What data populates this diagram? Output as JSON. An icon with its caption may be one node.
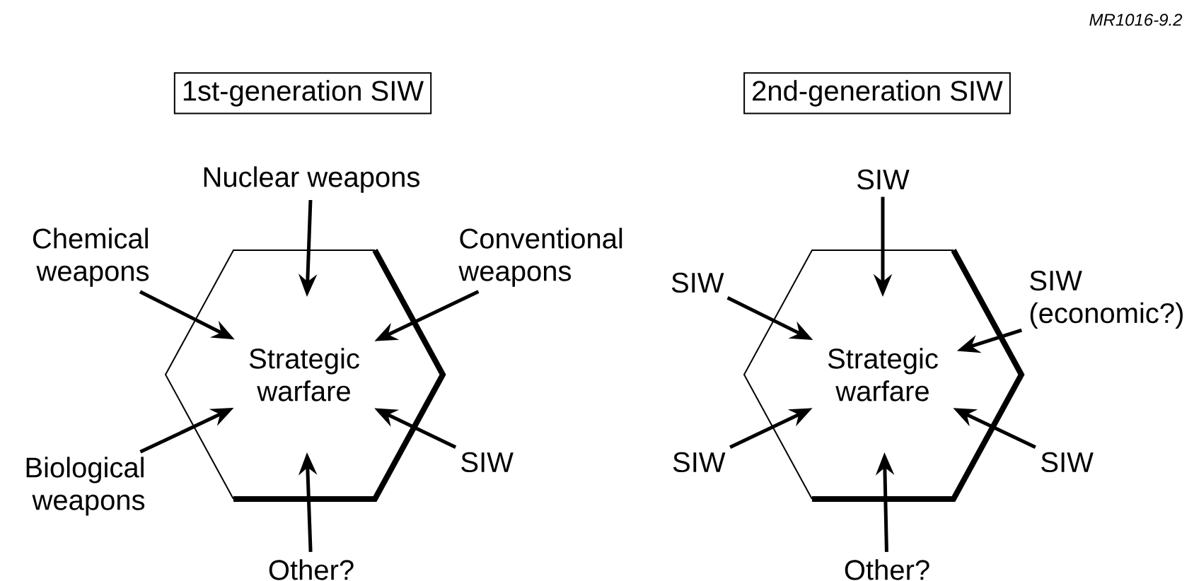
{
  "diagram": {
    "nodes": [
      {
        "text": [
          "1st-generation SIW"
        ]
      },
      {
        "text": [
          "Strategic warfare"
        ]
      },
      {
        "text": [
          "Nuclear weapons"
        ]
      },
      {
        "text": [
          "Chemical weapons"
        ]
      },
      {
        "text": [
          "Conventional weapons"
        ]
      },
      {
        "text": [
          "Biological weapons"
        ]
      },
      {
        "text": [
          "SIW"
        ]
      },
      {
        "text": [
          "Other?"
        ]
      },
      {
        "text": [
          "2nd-generation SIW"
        ]
      },
      {
        "text": [
          "Strategic warfare"
        ]
      },
      {
        "text": [
          "SIW"
        ]
      },
      {
        "text": [
          "SIW"
        ]
      },
      {
        "text": [
          "SIW (economic?)"
        ]
      },
      {
        "text": [
          "SIW"
        ]
      },
      {
        "text": [
          "SIW"
        ]
      },
      {
        "text": [
          "Other?"
        ]
      }
    ],
    "edges": [
      {
        "from": 2,
        "to": 1,
        "arrow": "to"
      },
      {
        "from": 3,
        "to": 1,
        "arrow": "to"
      },
      {
        "from": 4,
        "to": 1,
        "arrow": "to"
      },
      {
        "from": 5,
        "to": 1,
        "arrow": "to"
      },
      {
        "from": 6,
        "to": 1,
        "arrow": "to"
      },
      {
        "from": 7,
        "to": 1,
        "arrow": "to"
      },
      {
        "from": 10,
        "to": 9,
        "arrow": "to"
      },
      {
        "from": 11,
        "to": 9,
        "arrow": "to"
      },
      {
        "from": 12,
        "to": 9,
        "arrow": "to"
      },
      {
        "from": 13,
        "to": 9,
        "arrow": "to"
      },
      {
        "from": 14,
        "to": 9,
        "arrow": "to"
      },
      {
        "from": 15,
        "to": 9,
        "arrow": "to"
      }
    ],
    "labels": [
      "*MR1016-9.2*"
    ]
  }
}
